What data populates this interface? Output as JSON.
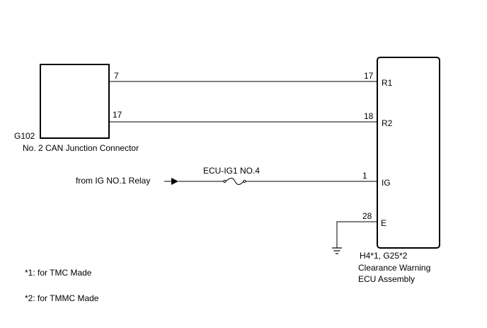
{
  "connector": {
    "code": "G102",
    "name": "No. 2 CAN Junction Connector",
    "pin_r1": "7",
    "pin_r2": "17"
  },
  "ecu": {
    "code": "H4*1, G25*2",
    "name_line1": "Clearance Warning",
    "name_line2": "ECU Assembly",
    "terminals": [
      {
        "pin": "17",
        "name": "R1"
      },
      {
        "pin": "18",
        "name": "R2"
      },
      {
        "pin": "1",
        "name": "IG"
      },
      {
        "pin": "28",
        "name": "E"
      }
    ]
  },
  "power": {
    "source": "from IG NO.1 Relay",
    "fuse": "ECU-IG1 NO.4"
  },
  "notes": [
    "*1: for TMC Made",
    "*2: for TMMC Made"
  ]
}
